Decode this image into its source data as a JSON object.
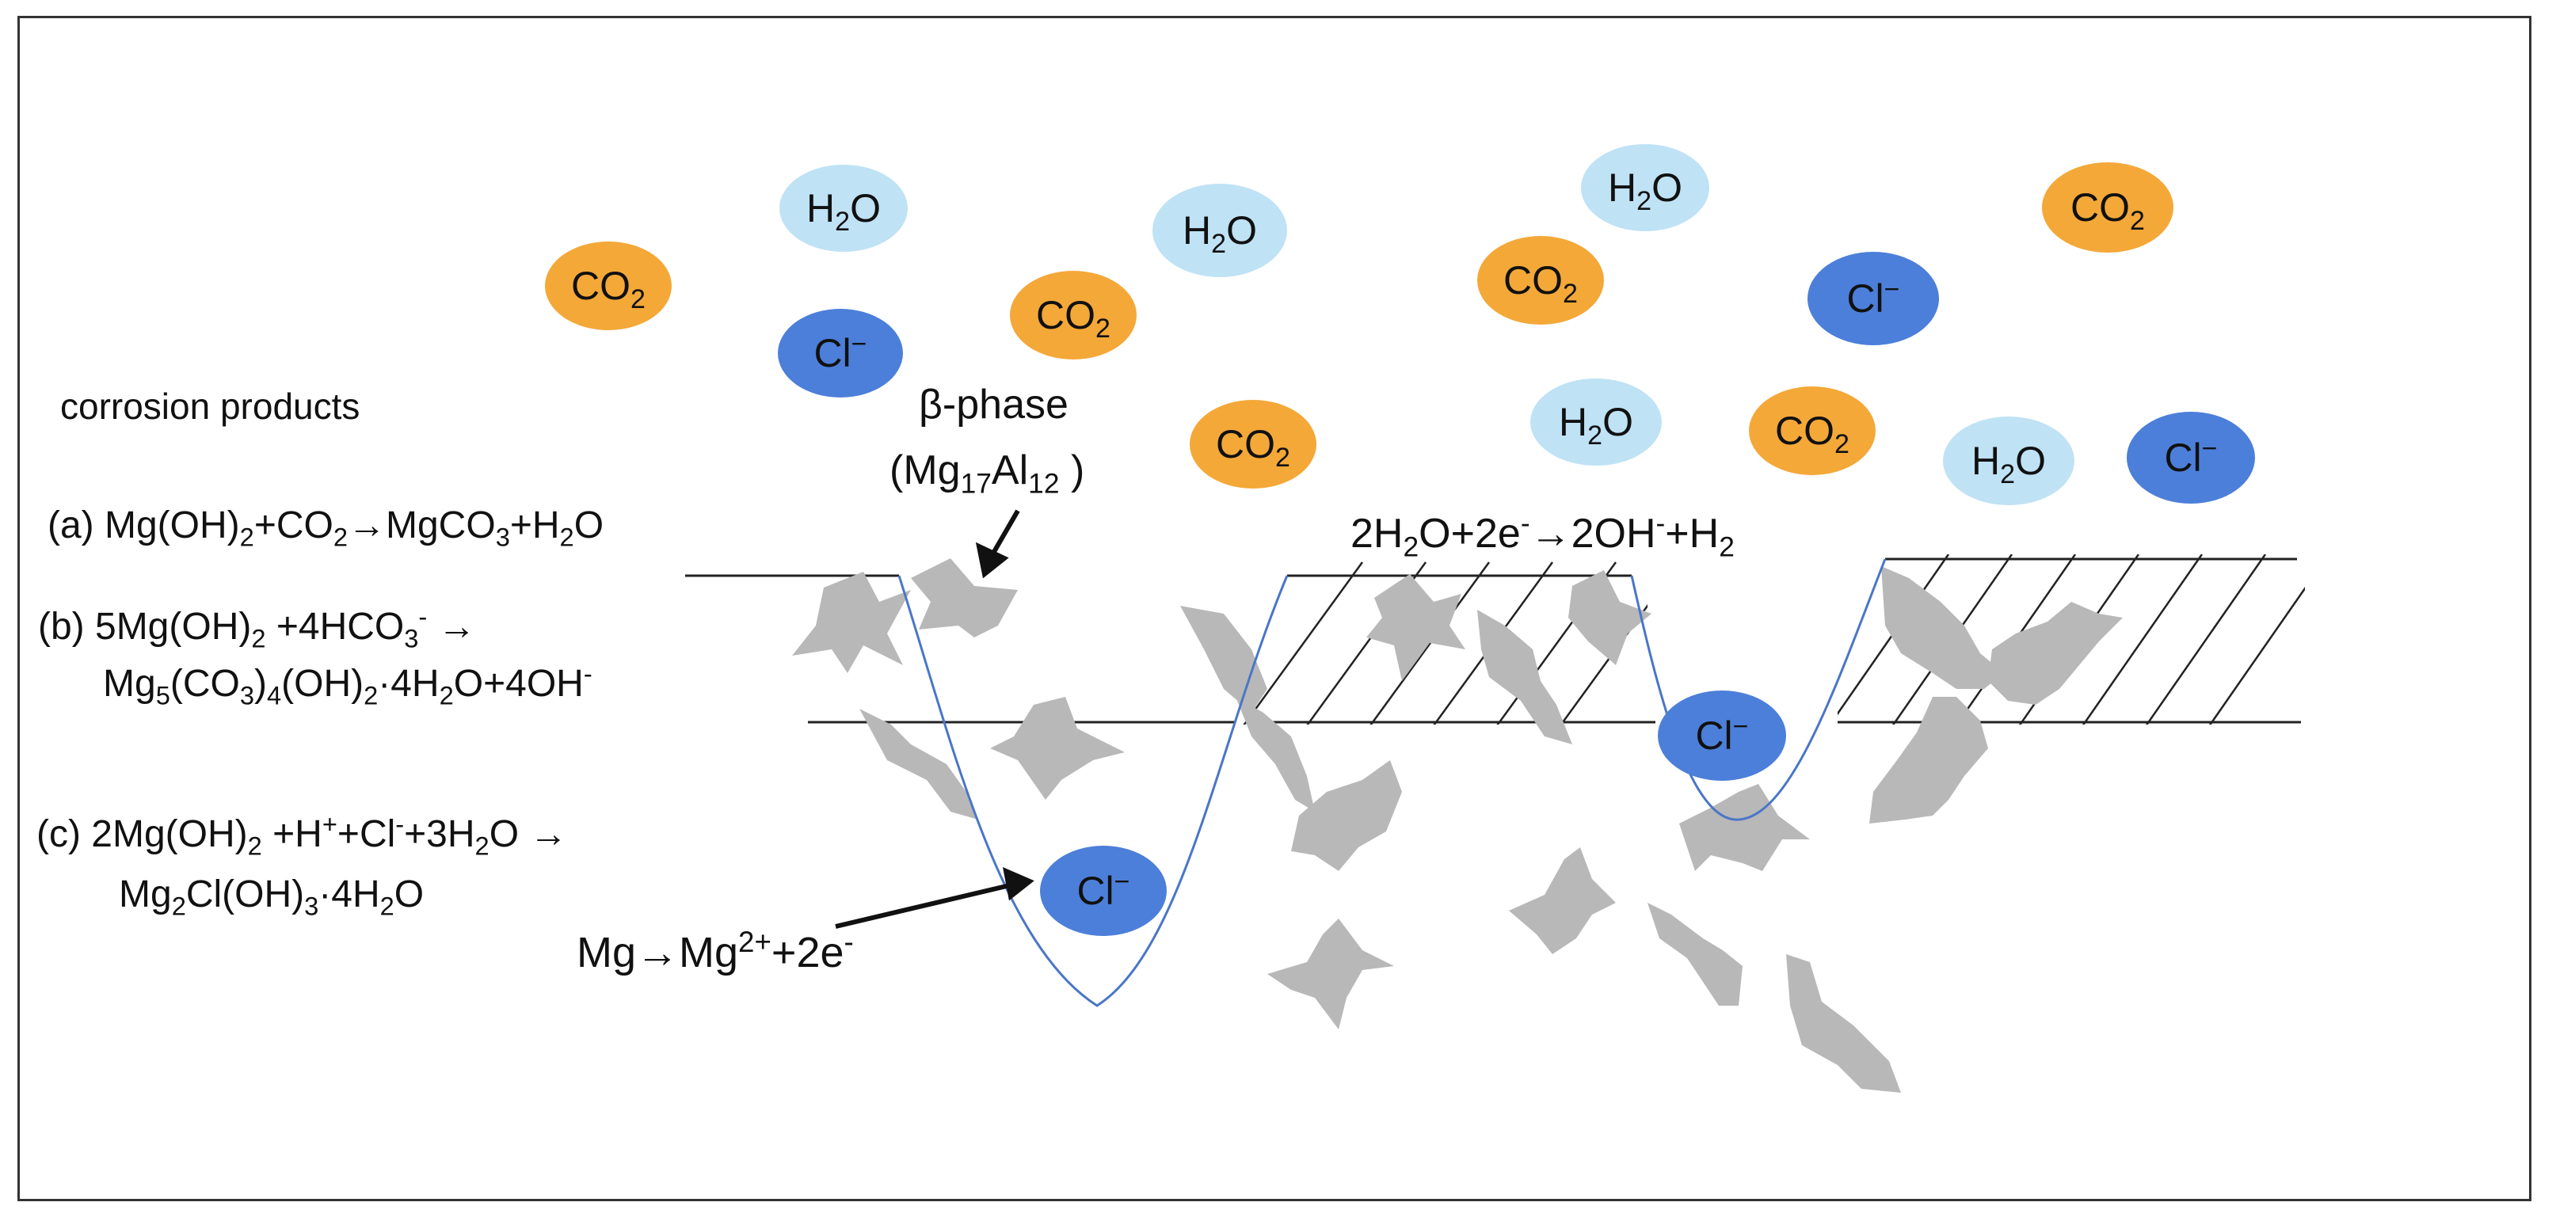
{
  "colors": {
    "co2_fill": "#f4a838",
    "h2o_fill": "#bfe2f5",
    "cl_fill": "#4c7fd9",
    "pit_line": "#4a76c8",
    "particle_fill": "#b8b8b8",
    "frame": "#333333"
  },
  "molecules": {
    "co2": "CO<sub>2</sub>",
    "h2o": "H<sub>2</sub>O",
    "cl": "Cl<sup>−</sup>"
  },
  "labels": {
    "corrosion_products": "corrosion products",
    "beta_phase_line1": "β-phase",
    "beta_phase_line2": "(Mg<sub>17</sub>Al<sub>12</sub> )",
    "cathodic_reaction": "2H<sub>2</sub>O+2e<sup>-</sup>→2OH<sup>-</sup>+H<sub>2</sub>",
    "anodic_reaction": "Mg→Mg<sup>2+</sup>+2e<sup>-</sup>"
  },
  "reactions": {
    "a": "(a)  Mg(OH)<sub>2</sub>+CO<sub>2</sub>→MgCO<sub>3</sub>+H<sub>2</sub>O",
    "b_line1": "(b)  5Mg(OH)<sub>2</sub>  +4HCO<sub>3</sub><sup>-</sup>   →",
    "b_line2": "Mg<sub>5</sub>(CO<sub>3</sub>)<sub>4</sub>(OH)<sub>2</sub>·4H<sub>2</sub>O+4OH<sup>-</sup>",
    "c_line1": "(c)  2Mg(OH)<sub>2</sub>  +H<sup>+</sup>+Cl<sup>-</sup>+3H<sub>2</sub>O  →",
    "c_line2": "Mg<sub>2</sub>Cl(OH)<sub>3</sub>·4H<sub>2</sub>O"
  }
}
